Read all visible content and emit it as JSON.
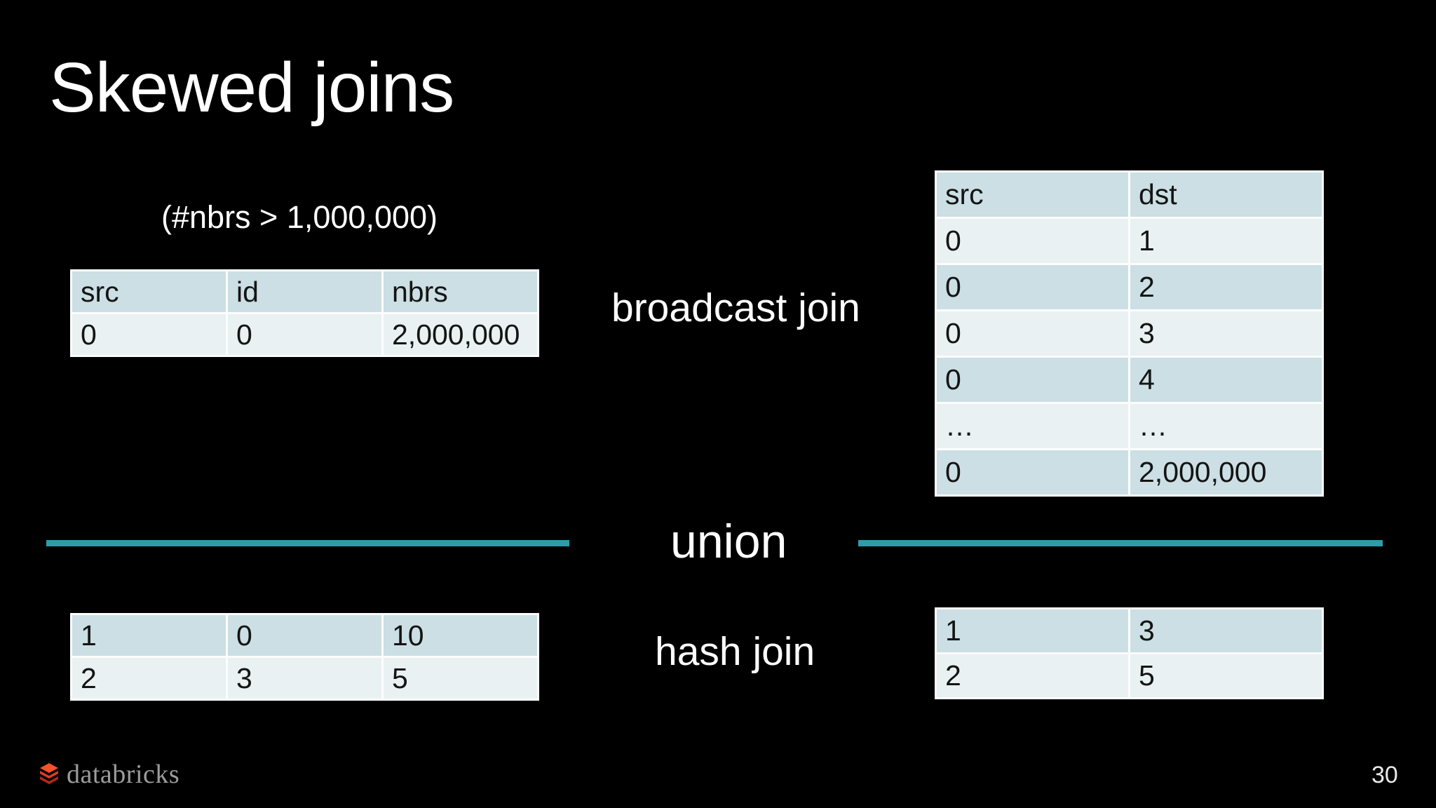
{
  "title": "Skewed joins",
  "caption": "(#nbrs > 1,000,000)",
  "labels": {
    "broadcast": "broadcast join",
    "union": "union",
    "hash": "hash join"
  },
  "tables": {
    "top_left": {
      "headers": [
        "src",
        "id",
        "nbrs"
      ],
      "rows": [
        [
          "0",
          "0",
          "2,000,000"
        ]
      ]
    },
    "top_right": {
      "headers": [
        "src",
        "dst"
      ],
      "rows": [
        [
          "0",
          "1"
        ],
        [
          "0",
          "2"
        ],
        [
          "0",
          "3"
        ],
        [
          "0",
          "4"
        ],
        [
          "…",
          "…"
        ],
        [
          "0",
          "2,000,000"
        ]
      ]
    },
    "bottom_left": {
      "headers": [],
      "rows": [
        [
          "1",
          "0",
          "10"
        ],
        [
          "2",
          "3",
          "5"
        ]
      ]
    },
    "bottom_right": {
      "headers": [],
      "rows": [
        [
          "1",
          "3"
        ],
        [
          "2",
          "5"
        ]
      ]
    }
  },
  "logo": {
    "text": "databricks"
  },
  "page_number": "30",
  "colors": {
    "background": "#000000",
    "accent_teal": "#2d9daa",
    "table_header": "#cbdfe4",
    "table_row_light": "#e9f1f2",
    "table_row_dark": "#cbdfe4",
    "table_border": "#fcfdfd",
    "table_text": "#141414",
    "logo_red_top": "#f4502c",
    "logo_red_mid": "#e03c22",
    "logo_red_dark": "#b5281b",
    "logo_text": "#9c9c9c"
  }
}
